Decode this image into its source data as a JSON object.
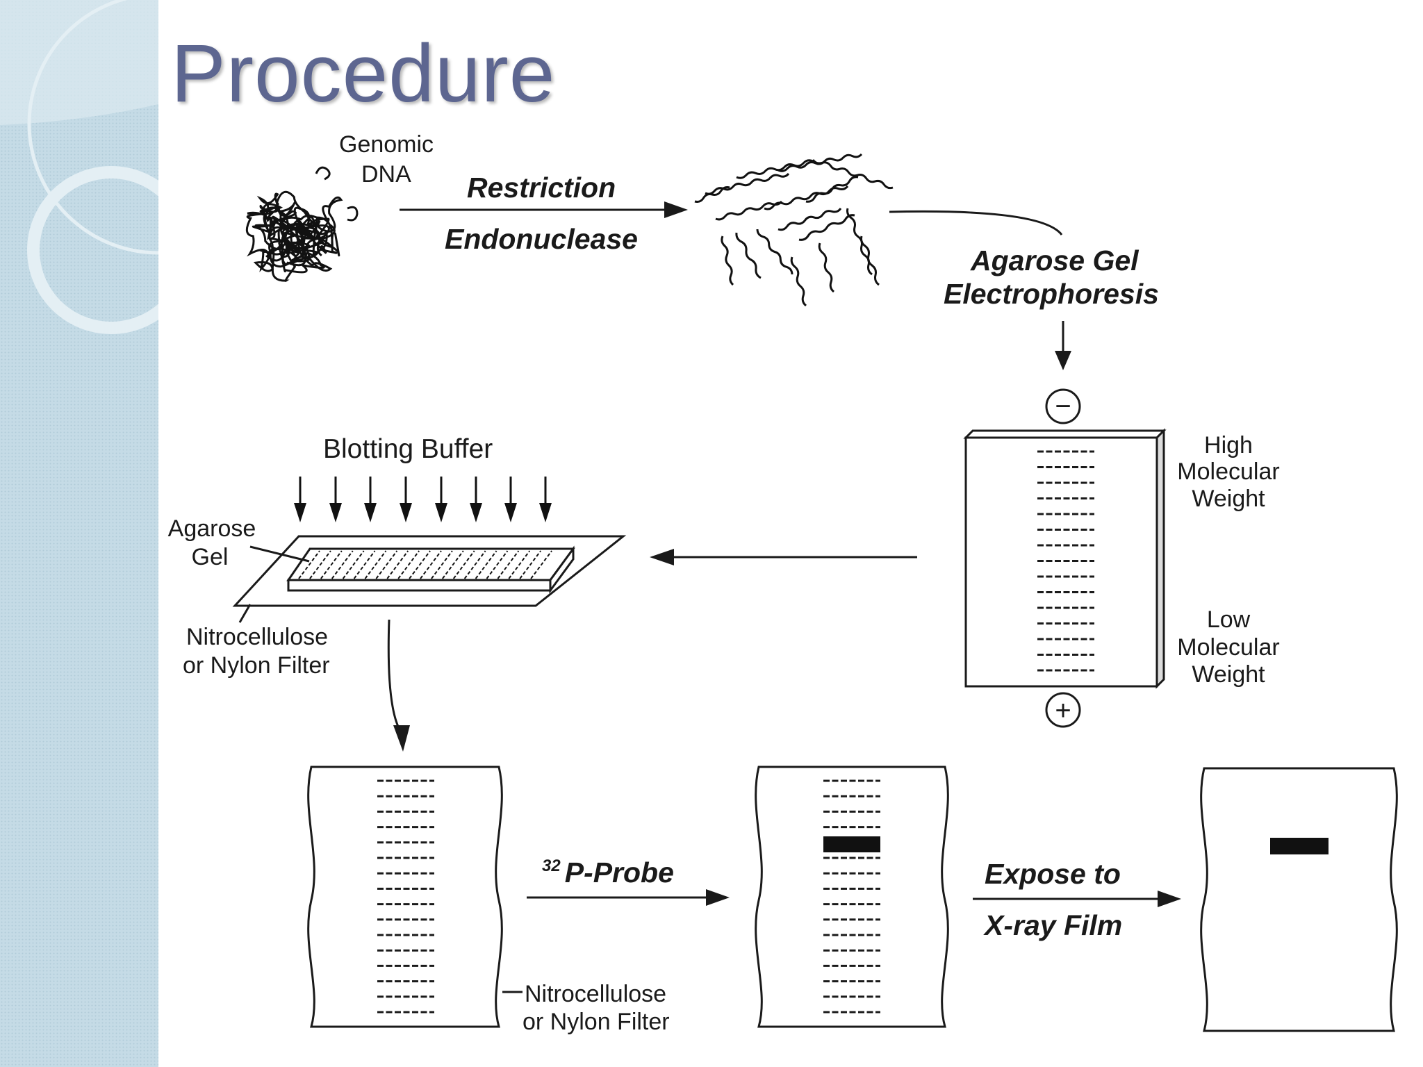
{
  "slide": {
    "title": "Procedure",
    "colors": {
      "title": "#5d6690",
      "sidebar": "#c5dbe6",
      "ink": "#1a1a1a"
    }
  },
  "labels": {
    "genomic_dna": [
      "Genomic",
      "DNA"
    ],
    "restriction": "Restriction",
    "endonuclease": "Endonuclease",
    "electrophoresis": [
      "Agarose Gel",
      "Electrophoresis"
    ],
    "negative": "−",
    "positive": "+",
    "high_mw": [
      "High",
      "Molecular",
      "Weight"
    ],
    "low_mw": [
      "Low",
      "Molecular",
      "Weight"
    ],
    "blotting_buffer": "Blotting Buffer",
    "agarose_gel": [
      "Agarose",
      "Gel"
    ],
    "filter_top": [
      "Nitrocellulose",
      "or Nylon Filter"
    ],
    "filter_bottom": [
      "Nitrocellulose",
      "or Nylon Filter"
    ],
    "probe_sup": "32",
    "probe": "P-Probe",
    "expose": [
      "Expose to",
      "X-ray Film"
    ]
  },
  "icons": [
    "dna-coil-icon",
    "dna-fragments-icon",
    "minus-electrode-icon",
    "plus-electrode-icon"
  ]
}
